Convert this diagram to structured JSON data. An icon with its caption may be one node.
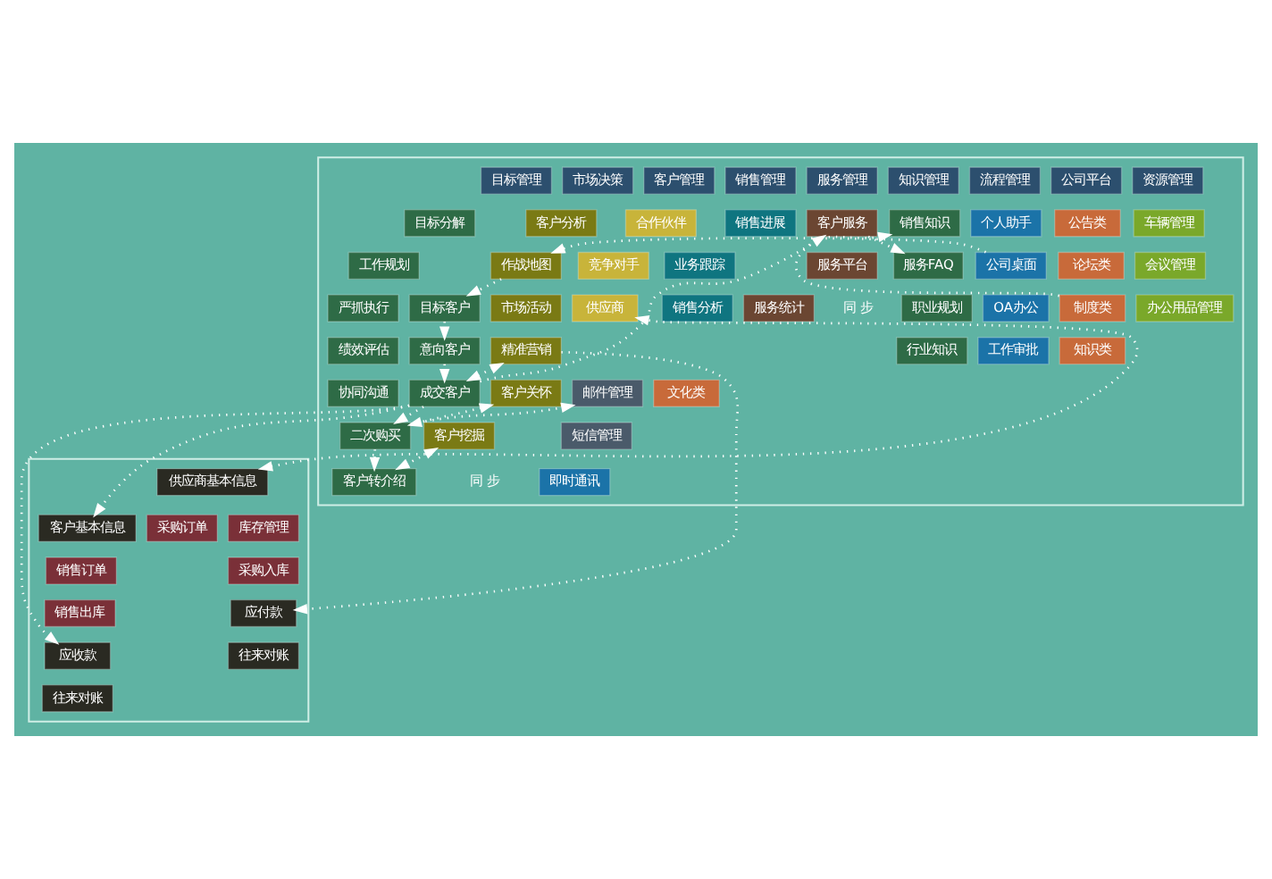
{
  "diagram": {
    "nodes": [
      {
        "text": [],
        "shape": "box"
      },
      {
        "text": [
          "目标管理"
        ],
        "in": 0
      },
      {
        "text": [
          "市场决策"
        ],
        "in": 0
      },
      {
        "text": [
          "客户管理"
        ],
        "in": 0
      },
      {
        "text": [
          "销售管理"
        ],
        "in": 0
      },
      {
        "text": [
          "服务管理"
        ],
        "in": 0
      },
      {
        "text": [
          "知识管理"
        ],
        "in": 0
      },
      {
        "text": [
          "流程管理"
        ],
        "in": 0
      },
      {
        "text": [
          "公司平台"
        ],
        "in": 0
      },
      {
        "text": [
          "资源管理"
        ],
        "in": 0
      },
      {
        "text": [
          "目标分解"
        ],
        "in": 0
      },
      {
        "text": [
          "工作规划"
        ],
        "in": 0
      },
      {
        "text": [
          "严抓执行"
        ],
        "in": 0
      },
      {
        "text": [
          "绩效评估"
        ],
        "in": 0
      },
      {
        "text": [
          "协同沟通"
        ],
        "in": 0
      },
      {
        "text": [
          "客户分析"
        ],
        "in": 0
      },
      {
        "text": [
          "作战地图"
        ],
        "in": 0
      },
      {
        "text": [
          "市场活动"
        ],
        "in": 0
      },
      {
        "text": [
          "精准营销"
        ],
        "in": 0
      },
      {
        "text": [
          "客户关怀"
        ],
        "in": 0
      },
      {
        "text": [
          "客户挖掘"
        ],
        "in": 0
      },
      {
        "text": [
          "合作伙伴"
        ],
        "in": 0
      },
      {
        "text": [
          "竞争对手"
        ],
        "in": 0
      },
      {
        "text": [
          "供应商"
        ],
        "in": 0
      },
      {
        "text": [
          "目标客户"
        ],
        "in": 0
      },
      {
        "text": [
          "意向客户"
        ],
        "in": 0
      },
      {
        "text": [
          "成交客户"
        ],
        "in": 0
      },
      {
        "text": [
          "二次购买"
        ],
        "in": 0
      },
      {
        "text": [
          "客户转介绍"
        ],
        "in": 0
      },
      {
        "text": [
          "销售进展"
        ],
        "in": 0
      },
      {
        "text": [
          "业务跟踪"
        ],
        "in": 0
      },
      {
        "text": [
          "销售分析"
        ],
        "in": 0
      },
      {
        "text": [
          "客户服务"
        ],
        "in": 0
      },
      {
        "text": [
          "服务平台"
        ],
        "in": 0
      },
      {
        "text": [
          "服务统计"
        ],
        "in": 0
      },
      {
        "text": [
          "销售知识"
        ],
        "in": 0
      },
      {
        "text": [
          "服务FAQ"
        ],
        "in": 0
      },
      {
        "text": [
          "职业规划"
        ],
        "in": 0
      },
      {
        "text": [
          "行业知识"
        ],
        "in": 0
      },
      {
        "text": [
          "个人助手"
        ],
        "in": 0
      },
      {
        "text": [
          "公司桌面"
        ],
        "in": 0
      },
      {
        "text": [
          "OA办公"
        ],
        "in": 0
      },
      {
        "text": [
          "工作审批"
        ],
        "in": 0
      },
      {
        "text": [
          "邮件管理"
        ],
        "in": 0
      },
      {
        "text": [
          "短信管理"
        ],
        "in": 0
      },
      {
        "text": [
          "即时通讯"
        ],
        "in": 0
      },
      {
        "text": [
          "公告类"
        ],
        "in": 0
      },
      {
        "text": [
          "论坛类"
        ],
        "in": 0
      },
      {
        "text": [
          "制度类"
        ],
        "in": 0
      },
      {
        "text": [
          "知识类"
        ],
        "in": 0
      },
      {
        "text": [
          "文化类"
        ],
        "in": 0
      },
      {
        "text": [
          "车辆管理"
        ],
        "in": 0
      },
      {
        "text": [
          "会议管理"
        ],
        "in": 0
      },
      {
        "text": [
          "办公用品管理"
        ],
        "in": 0
      },
      {
        "text": [],
        "shape": "box"
      },
      {
        "text": [
          "供应商基本信息"
        ],
        "in": 54
      },
      {
        "text": [
          "采购订单"
        ],
        "in": 54
      },
      {
        "text": [
          "采购入库"
        ],
        "in": 54
      },
      {
        "text": [
          "客户基本信息"
        ],
        "in": 54
      },
      {
        "text": [
          "销售订单"
        ],
        "in": 54
      },
      {
        "text": [
          "销售出库"
        ],
        "in": 54
      },
      {
        "text": [
          "库存管理"
        ],
        "in": 54
      },
      {
        "text": [
          "应付款"
        ],
        "in": 54
      },
      {
        "text": [
          "往来对账"
        ],
        "in": 54
      },
      {
        "text": [
          "应收款"
        ],
        "in": 54
      },
      {
        "text": [
          "往来对账"
        ],
        "in": 54
      }
    ],
    "edges": [
      {
        "from": 40,
        "to": 16,
        "arrow": "to"
      },
      {
        "from": 16,
        "to": 24,
        "arrow": "to"
      },
      {
        "from": 24,
        "to": 25,
        "arrow": "to"
      },
      {
        "from": 25,
        "to": 26,
        "arrow": "to"
      },
      {
        "from": 26,
        "to": 27,
        "arrow": "to"
      },
      {
        "from": 27,
        "to": 28,
        "arrow": "to"
      },
      {
        "from": 18,
        "to": 26,
        "arrow": "both"
      },
      {
        "from": 19,
        "to": 27,
        "arrow": "both"
      },
      {
        "from": 20,
        "to": 28,
        "arrow": "both"
      },
      {
        "from": 26,
        "to": 32,
        "arrow": "to"
      },
      {
        "from": 32,
        "to": 36,
        "arrow": "to"
      },
      {
        "from": 48,
        "to": 35,
        "arrow": "to"
      },
      {
        "from": 27,
        "to": 43,
        "arrow": "to"
      },
      {
        "from": 55,
        "to": 23,
        "arrow": "both"
      },
      {
        "from": 18,
        "to": 62,
        "arrow": "to"
      },
      {
        "from": 26,
        "to": 58,
        "arrow": "to"
      },
      {
        "from": 26,
        "to": 64,
        "arrow": "to"
      }
    ],
    "labels": [
      "同 步",
      "同 步"
    ]
  }
}
